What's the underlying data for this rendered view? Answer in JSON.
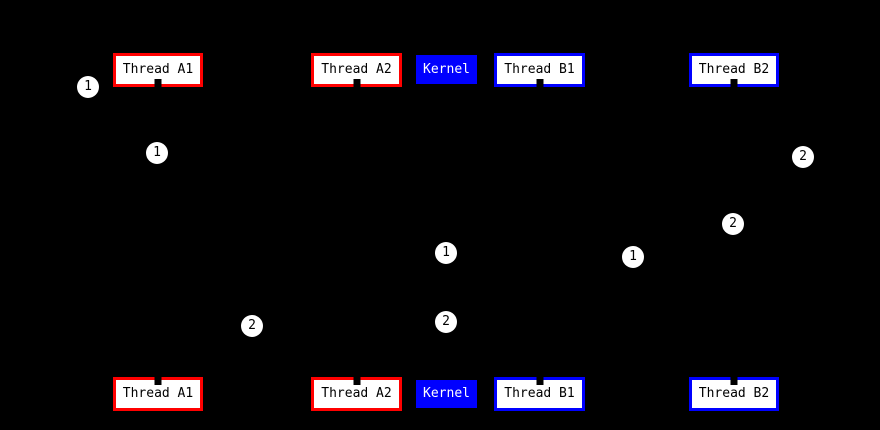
{
  "diagram": {
    "type": "sequence-diagram",
    "background_color": "#000000",
    "colors": {
      "thread_a_border": "#ff0000",
      "thread_b_border": "#0000ff",
      "kernel_fill": "#0000ff",
      "kernel_text": "#ffffff",
      "participant_fill": "#ffffff",
      "participant_text": "#000000",
      "marker_fill": "#ffffff",
      "marker_text": "#000000"
    },
    "participants": [
      {
        "label": "Thread A1",
        "group": "A",
        "style": "red-border"
      },
      {
        "label": "Thread A2",
        "group": "A",
        "style": "red-border"
      },
      {
        "label": "Kernel",
        "group": "kernel",
        "style": "blue-filled"
      },
      {
        "label": "Thread B1",
        "group": "B",
        "style": "blue-border"
      },
      {
        "label": "Thread B2",
        "group": "B",
        "style": "blue-border"
      }
    ],
    "markers": [
      {
        "label": "1",
        "near": "left of Thread A1 top box"
      },
      {
        "label": "1",
        "near": "Thread A1 lifeline upper"
      },
      {
        "label": "2",
        "near": "right of Thread B2 lifeline upper"
      },
      {
        "label": "2",
        "near": "Thread B2 lifeline middle"
      },
      {
        "label": "1",
        "near": "Kernel lifeline middle"
      },
      {
        "label": "1",
        "near": "between Thread B1 and Thread B2"
      },
      {
        "label": "2",
        "near": "Kernel lifeline lower"
      },
      {
        "label": "2",
        "near": "between Thread A1 and Thread A2 lower"
      }
    ]
  }
}
